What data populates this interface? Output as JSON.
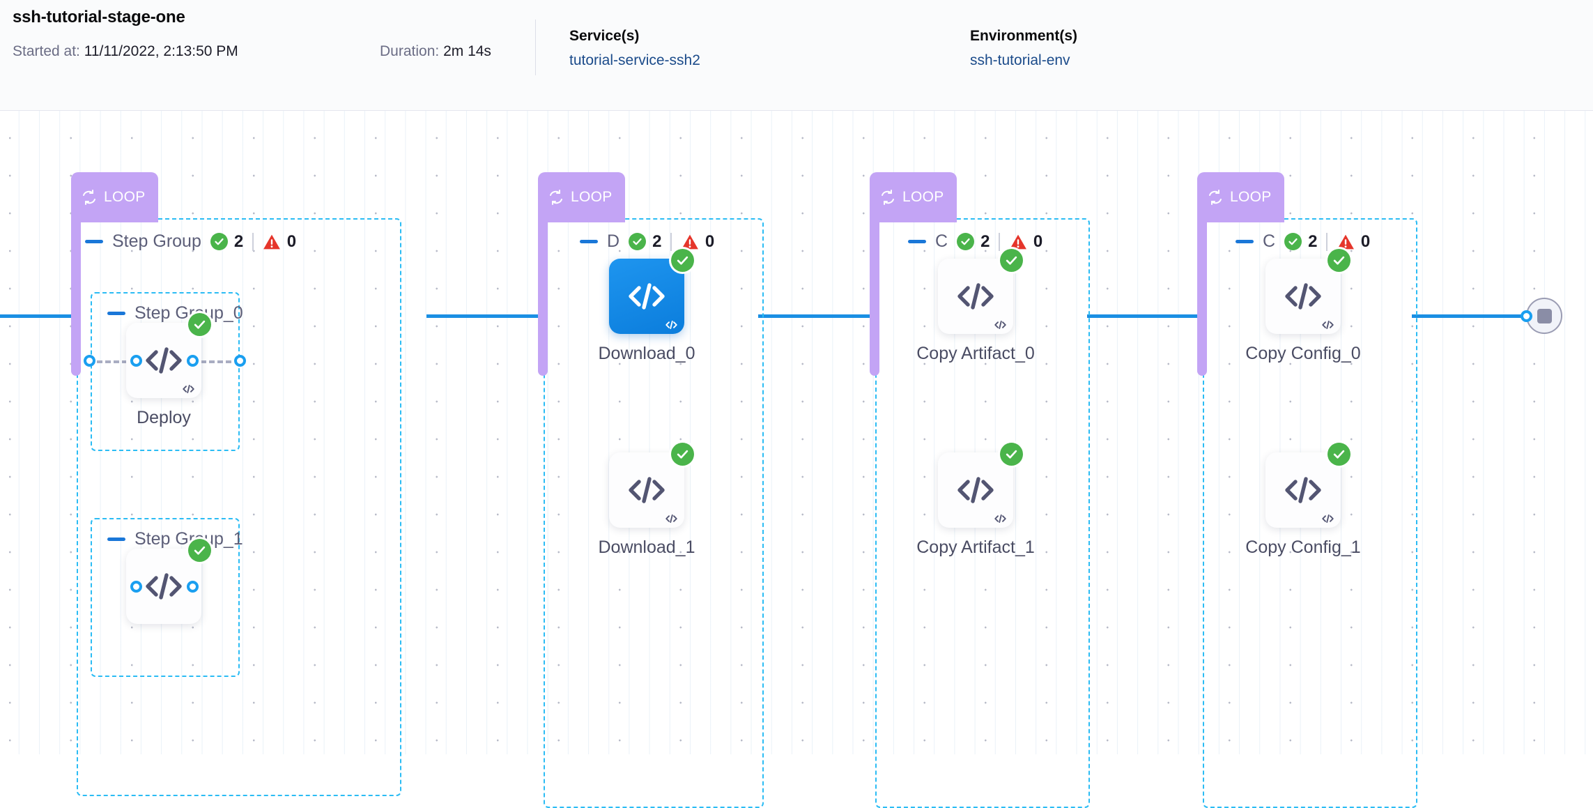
{
  "header": {
    "title": "ssh-tutorial-stage-one",
    "started_label": "Started at:",
    "started_value": "11/11/2022, 2:13:50 PM",
    "duration_label": "Duration:",
    "duration_value": "2m 14s",
    "services_title": "Service(s)",
    "services_value": "tutorial-service-ssh2",
    "environments_title": "Environment(s)",
    "environments_value": "ssh-tutorial-env"
  },
  "colors": {
    "loop_badge": "#c3a4f5",
    "group_border": "#2bbcf4",
    "edge": "#1a8fe3",
    "success": "#4ab44a",
    "error": "#e5352b",
    "selected_node": "#0b7ddc",
    "link_text": "#1b4b8a"
  },
  "loop_badge_label": "LOOP",
  "groups": [
    {
      "name": "step-group",
      "title": "Step Group",
      "success_count": "2",
      "error_count": "0",
      "subgroups": [
        {
          "name": "step-group-0",
          "title": "Step Group_0",
          "node_label": "Deploy"
        },
        {
          "name": "step-group-1",
          "title": "Step Group_1",
          "node_label": ""
        }
      ]
    },
    {
      "name": "download-group",
      "title": "D",
      "success_count": "2",
      "error_count": "0",
      "nodes": [
        {
          "name": "download-0",
          "label": "Download_0",
          "selected": true
        },
        {
          "name": "download-1",
          "label": "Download_1",
          "selected": false
        }
      ]
    },
    {
      "name": "copy-artifact-group",
      "title": "C",
      "success_count": "2",
      "error_count": "0",
      "nodes": [
        {
          "name": "copy-artifact-0",
          "label": "Copy Artifact_0",
          "selected": false
        },
        {
          "name": "copy-artifact-1",
          "label": "Copy Artifact_1",
          "selected": false
        }
      ]
    },
    {
      "name": "copy-config-group",
      "title": "C",
      "success_count": "2",
      "error_count": "0",
      "nodes": [
        {
          "name": "copy-config-0",
          "label": "Copy Config_0",
          "selected": false
        },
        {
          "name": "copy-config-1",
          "label": "Copy Config_1",
          "selected": false
        }
      ]
    }
  ],
  "end_node": {
    "name": "pipeline-end-node",
    "icon": "stop-square-icon"
  }
}
